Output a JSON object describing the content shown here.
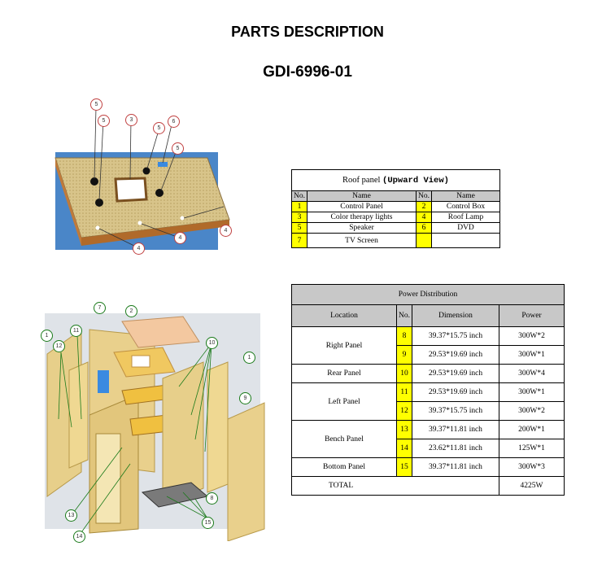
{
  "header": {
    "title": "PARTS DESCRIPTION",
    "model": "GDI-6996-01"
  },
  "roof_figure": {
    "callouts": [
      "5",
      "5",
      "3",
      "5",
      "6",
      "5",
      "4",
      "4",
      "4"
    ]
  },
  "body_figure": {
    "callouts": [
      "7",
      "2",
      "1",
      "11",
      "12",
      "10",
      "1",
      "9",
      "8",
      "13",
      "14",
      "15"
    ]
  },
  "roof_table": {
    "caption_prefix": "Roof panel",
    "caption_bold": "(Upward View)",
    "headers": [
      "No.",
      "Name",
      "No.",
      "Name"
    ],
    "rows": [
      [
        "1",
        "Control Panel",
        "2",
        "Control Box"
      ],
      [
        "3",
        "Color therapy lights",
        "4",
        "Roof Lamp"
      ],
      [
        "5",
        "Speaker",
        "6",
        "DVD"
      ],
      [
        "7",
        "TV Screen",
        "",
        ""
      ]
    ]
  },
  "power_table": {
    "caption": "Power Distribution",
    "headers": [
      "Location",
      "No.",
      "Dimension",
      "Power"
    ],
    "groups": [
      {
        "location": "Right Panel",
        "items": [
          {
            "no": "8",
            "dimension": "39.37*15.75 inch",
            "power": "300W*2"
          },
          {
            "no": "9",
            "dimension": "29.53*19.69 inch",
            "power": "300W*1"
          }
        ]
      },
      {
        "location": "Rear Panel",
        "items": [
          {
            "no": "10",
            "dimension": "29.53*19.69 inch",
            "power": "300W*4"
          }
        ]
      },
      {
        "location": "Left Panel",
        "items": [
          {
            "no": "11",
            "dimension": "29.53*19.69 inch",
            "power": "300W*1"
          },
          {
            "no": "12",
            "dimension": "39.37*15.75 inch",
            "power": "300W*2"
          }
        ]
      },
      {
        "location": "Bench Panel",
        "items": [
          {
            "no": "13",
            "dimension": "39.37*11.81 inch",
            "power": "200W*1"
          },
          {
            "no": "14",
            "dimension": "23.62*11.81 inch",
            "power": "125W*1"
          }
        ]
      },
      {
        "location": "Bottom Panel",
        "items": [
          {
            "no": "15",
            "dimension": "39.37*11.81 inch",
            "power": "300W*3"
          }
        ]
      }
    ],
    "total_label": "TOTAL",
    "total_value": "4225W"
  },
  "colors": {
    "highlight": "#ffff00",
    "header_gray": "#c8c8c8",
    "wood": "#e7cf8a",
    "callout": "#c04040",
    "leader": "#1a7a1a"
  }
}
